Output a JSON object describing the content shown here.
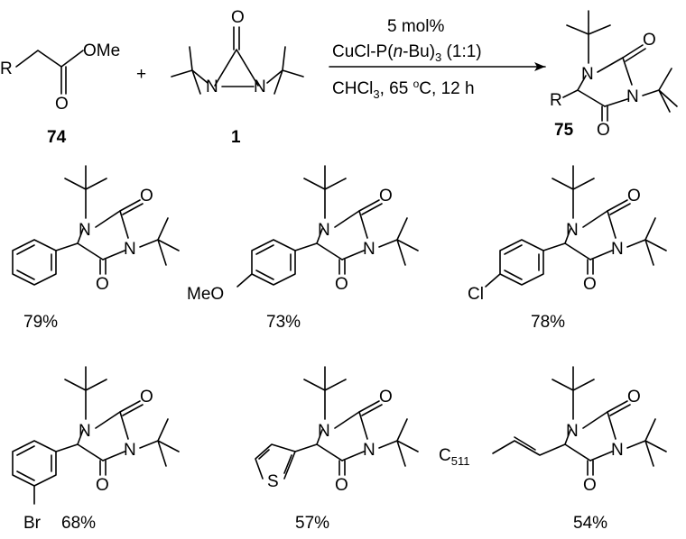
{
  "reaction": {
    "reactant1": {
      "r": "R",
      "ome": "OMe",
      "o": "O",
      "number": "74"
    },
    "plus": "+",
    "reactant2": {
      "o": "O",
      "n1": "N",
      "n2": "N",
      "number": "1"
    },
    "conditions": {
      "catalyst_loading": "5 mol%",
      "catalyst_pre": "CuCl-P(",
      "catalyst_n": "n",
      "catalyst_mid": "-Bu)",
      "catalyst_sub": "3",
      "catalyst_post": " (1:1)",
      "solvent": "CHCl",
      "solvent_sub": "3",
      "temp_pre": ", 65 ",
      "temp_deg": "o",
      "temp_post": "C, 12 h"
    },
    "product": {
      "r": "R",
      "n1": "N",
      "n3": "N",
      "o_top": "O",
      "o_bottom": "O",
      "number": "75"
    }
  },
  "examples": [
    {
      "name": "phenyl",
      "yield": "79%",
      "n1": "N",
      "n3": "N",
      "o_top": "O",
      "o_bottom": "O"
    },
    {
      "name": "4-methoxyphenyl",
      "yield": "73%",
      "substituent": "MeO",
      "n1": "N",
      "n3": "N",
      "o_top": "O",
      "o_bottom": "O"
    },
    {
      "name": "4-chlorophenyl",
      "yield": "78%",
      "substituent": "Cl",
      "n1": "N",
      "n3": "N",
      "o_top": "O",
      "o_bottom": "O"
    },
    {
      "name": "3-bromophenyl",
      "yield": "68%",
      "substituent": "Br",
      "n1": "N",
      "n3": "N",
      "o_top": "O",
      "o_bottom": "O"
    },
    {
      "name": "2-thienyl",
      "yield": "57%",
      "substituent": "S",
      "n1": "N",
      "n3": "N",
      "o_top": "O",
      "o_bottom": "O"
    },
    {
      "name": "alkenyl",
      "yield": "54%",
      "substituent": "C",
      "substituent_sub": "5",
      "substituent_sub2": "11",
      "n1": "N",
      "n3": "N",
      "o_top": "O",
      "o_bottom": "O"
    }
  ]
}
